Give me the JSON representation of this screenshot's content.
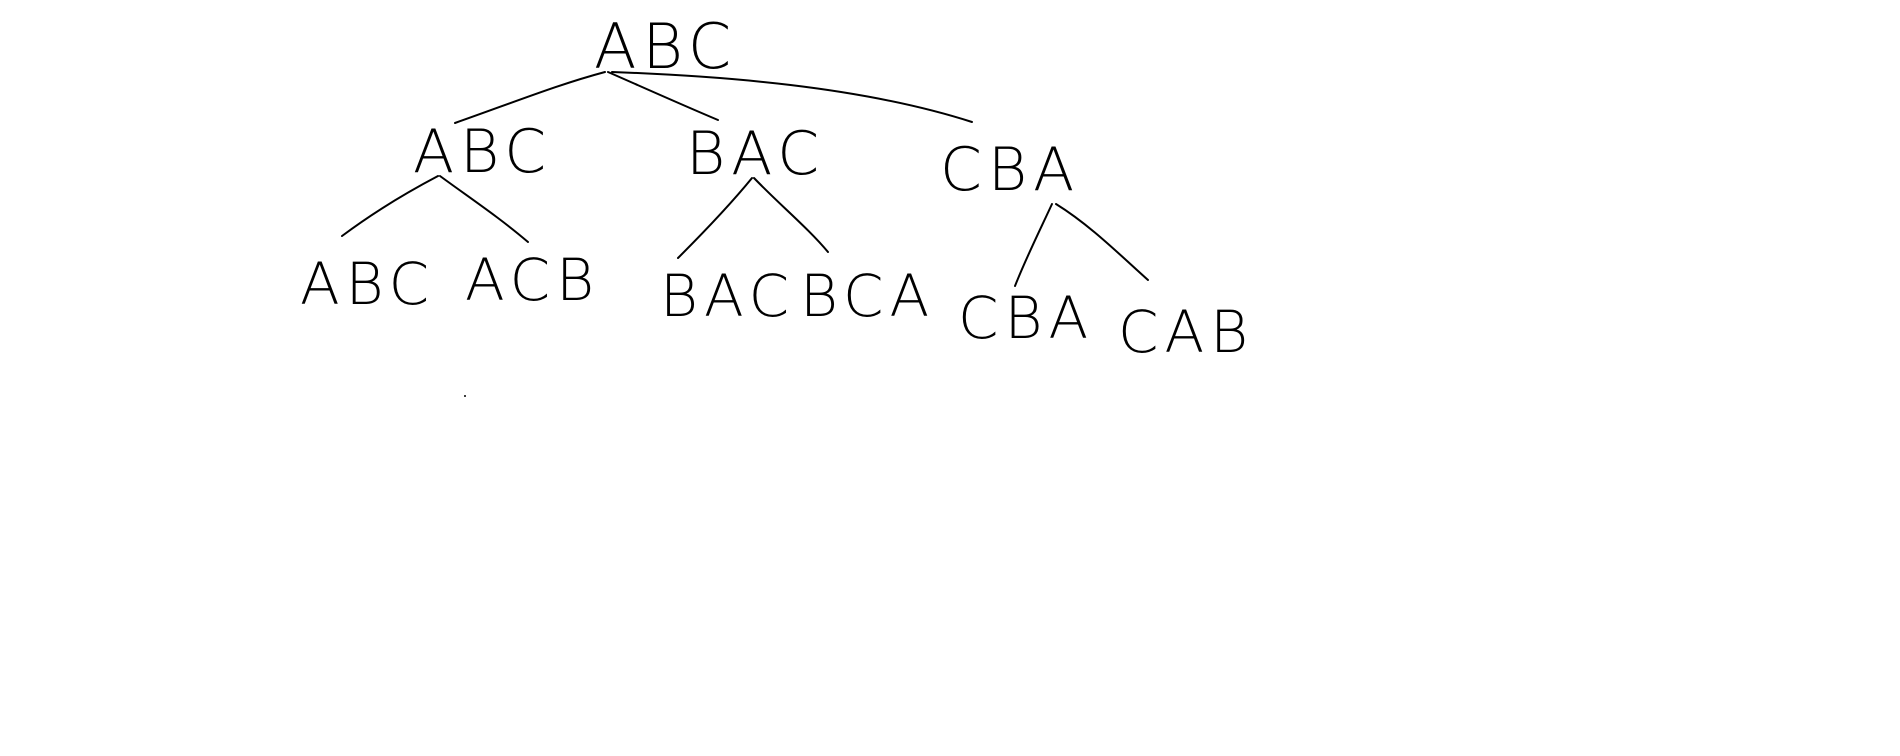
{
  "diagram": {
    "type": "tree",
    "root": {
      "label": "ABC"
    },
    "level1": [
      {
        "label": "ABC"
      },
      {
        "label": "BAC"
      },
      {
        "label": "CBA"
      }
    ],
    "level2": [
      {
        "label": "ABC",
        "parent": 0
      },
      {
        "label": "ACB",
        "parent": 0
      },
      {
        "label": "BAC",
        "parent": 1
      },
      {
        "label": "BCA",
        "parent": 1
      },
      {
        "label": "CBA",
        "parent": 2
      },
      {
        "label": "CAB",
        "parent": 2
      }
    ],
    "colors": {
      "background": "#ffffff",
      "ink": "#000000"
    }
  }
}
